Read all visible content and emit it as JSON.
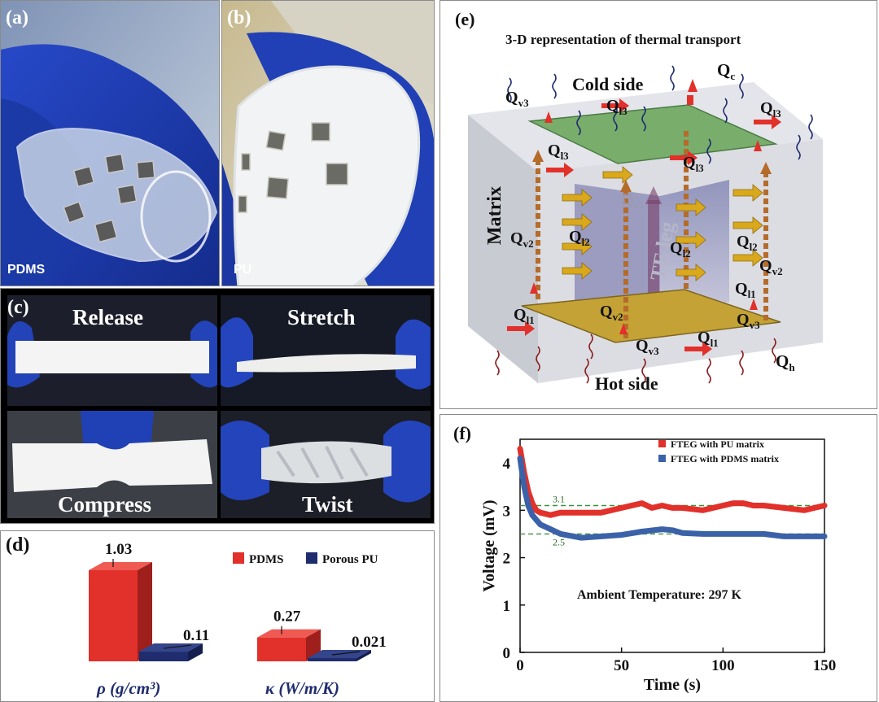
{
  "panel_a": {
    "tag": "(a)",
    "label": "PDMS"
  },
  "panel_b": {
    "tag": "(b)",
    "label": "PU"
  },
  "panel_c": {
    "tag": "(c)",
    "labels": [
      "Release",
      "Stretch",
      "Compress",
      "Twist"
    ]
  },
  "panel_d": {
    "tag": "(d)",
    "legend": [
      "PDMS",
      "Porous PU"
    ],
    "colors": {
      "pdms": "#e2302a",
      "pu": "#1f2d6e"
    }
  },
  "panel_e": {
    "tag": "(e)",
    "title": "3-D representation of thermal transport",
    "labels": {
      "cold": "Cold side",
      "hot": "Hot side",
      "matrix": "Matrix",
      "leg": "TE leg",
      "qc": "Q",
      "qc_sub": "c",
      "qh": "Q",
      "qh_sub": "h"
    }
  },
  "panel_f": {
    "tag": "(f)"
  },
  "chart_data": [
    {
      "type": "bar",
      "categories": [
        "ρ (g/cm³)",
        "κ (W/m/K)"
      ],
      "series": [
        {
          "name": "PDMS",
          "values": [
            1.03,
            0.27
          ]
        },
        {
          "name": "Porous PU",
          "values": [
            0.11,
            0.021
          ]
        }
      ],
      "value_labels": [
        [
          "1.03",
          "0.27"
        ],
        [
          "0.11",
          "0.021"
        ]
      ]
    },
    {
      "type": "line",
      "xlabel": "Time (s)",
      "ylabel": "Voltage (mV)",
      "xlim": [
        0,
        150
      ],
      "ylim": [
        0,
        4.5
      ],
      "xticks": [
        0,
        50,
        100,
        150
      ],
      "yticks": [
        0,
        1,
        2,
        3,
        4
      ],
      "annotation": "Ambient Temperature: 297 K",
      "reference_lines": [
        {
          "y": 3.1,
          "label": "3.1"
        },
        {
          "y": 2.5,
          "label": "2.5"
        }
      ],
      "series": [
        {
          "name": "FTEG with PU matrix",
          "color": "#e2302a",
          "x": [
            0,
            2,
            4,
            6,
            8,
            10,
            15,
            20,
            30,
            40,
            50,
            55,
            60,
            65,
            70,
            75,
            80,
            90,
            100,
            105,
            110,
            115,
            120,
            130,
            140,
            145,
            150
          ],
          "y": [
            4.3,
            3.8,
            3.4,
            3.15,
            3.0,
            2.95,
            2.9,
            2.95,
            2.95,
            2.95,
            3.05,
            3.1,
            3.15,
            3.05,
            3.1,
            3.05,
            3.05,
            3.0,
            3.1,
            3.15,
            3.15,
            3.1,
            3.1,
            3.05,
            3.0,
            3.05,
            3.1
          ]
        },
        {
          "name": "FTEG with PDMS matrix",
          "color": "#3b62a8",
          "x": [
            0,
            2,
            4,
            6,
            8,
            10,
            15,
            20,
            30,
            40,
            50,
            60,
            70,
            75,
            80,
            90,
            100,
            110,
            120,
            130,
            140,
            150
          ],
          "y": [
            4.1,
            3.5,
            3.1,
            2.9,
            2.8,
            2.7,
            2.6,
            2.5,
            2.42,
            2.45,
            2.48,
            2.55,
            2.6,
            2.58,
            2.52,
            2.5,
            2.5,
            2.5,
            2.5,
            2.45,
            2.45,
            2.45
          ]
        }
      ]
    }
  ]
}
